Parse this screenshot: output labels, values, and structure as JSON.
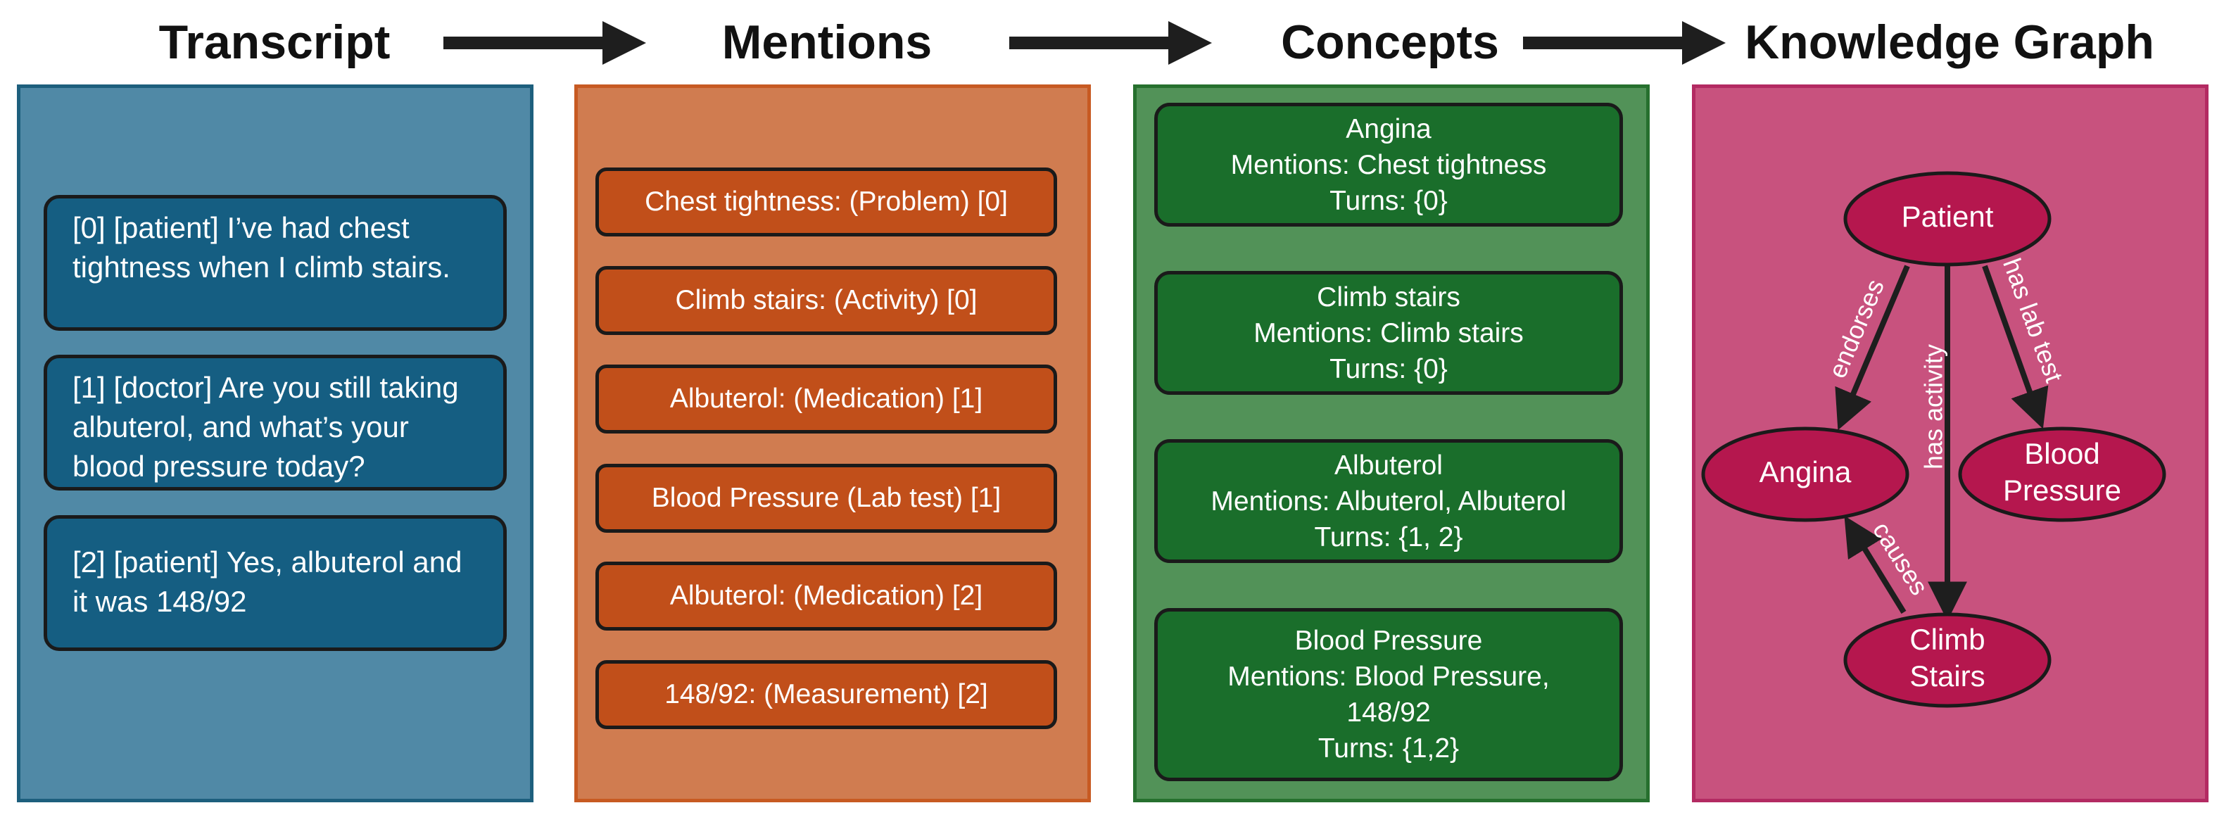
{
  "stages": [
    "Transcript",
    "Mentions",
    "Concepts",
    "Knowledge Graph"
  ],
  "colors": {
    "transcript_panel": "#5089a6",
    "transcript_box": "#155e82",
    "transcript_border": "#1d5f7d",
    "mentions_panel": "#d07c50",
    "mentions_box": "#c14f1a",
    "mentions_border": "#c75a22",
    "concepts_panel": "#529258",
    "concepts_box": "#1a6e2b",
    "concepts_border": "#26702e",
    "kg_panel": "#c8527e",
    "kg_node": "#b5174e",
    "kg_border": "#b32a62",
    "arrow": "#1e1e1e"
  },
  "transcript": [
    "[0] [patient] I’ve had chest tightness when I climb stairs.",
    "[1] [doctor] Are you still taking albuterol, and what’s your blood pressure today?",
    "[2] [patient] Yes, albuterol and it was 148/92"
  ],
  "mentions": [
    "Chest tightness: (Problem) [0]",
    "Climb stairs: (Activity) [0]",
    "Albuterol: (Medication) [1]",
    "Blood Pressure (Lab test) [1]",
    "Albuterol: (Medication) [2]",
    "148/92: (Measurement) [2]"
  ],
  "concepts": [
    {
      "name": "Angina",
      "mentions": "Mentions: Chest tightness",
      "mentions2": "",
      "turns": "Turns: {0}"
    },
    {
      "name": "Climb stairs",
      "mentions": "Mentions: Climb stairs",
      "mentions2": "",
      "turns": "Turns: {0}"
    },
    {
      "name": "Albuterol",
      "mentions": "Mentions: Albuterol, Albuterol",
      "mentions2": "",
      "turns": "Turns: {1, 2}"
    },
    {
      "name": "Blood Pressure",
      "mentions": "Mentions: Blood Pressure,",
      "mentions2": "148/92",
      "turns": "Turns: {1,2}"
    }
  ],
  "graph": {
    "nodes": [
      {
        "id": "patient",
        "lines": [
          "Patient"
        ]
      },
      {
        "id": "angina",
        "lines": [
          "Angina"
        ]
      },
      {
        "id": "blood_pressure",
        "lines": [
          "Blood",
          "Pressure"
        ]
      },
      {
        "id": "climb_stairs",
        "lines": [
          "Climb",
          "Stairs"
        ]
      }
    ],
    "edges": [
      {
        "from": "patient",
        "to": "angina",
        "label": "endorses"
      },
      {
        "from": "patient",
        "to": "climb_stairs",
        "label": "has activity"
      },
      {
        "from": "patient",
        "to": "blood_pressure",
        "label": "has lab test"
      },
      {
        "from": "climb_stairs",
        "to": "angina",
        "label": "causes"
      }
    ]
  }
}
